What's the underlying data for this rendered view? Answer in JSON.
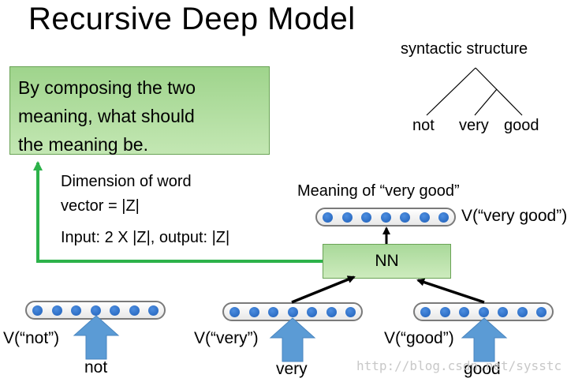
{
  "title": "Recursive Deep Model",
  "callout": {
    "lines": [
      "By composing the two",
      "meaning, what should",
      "the meaning be."
    ]
  },
  "tree": {
    "label": "syntactic structure",
    "leaves": [
      "not",
      "very",
      "good"
    ]
  },
  "dimension_text": {
    "line1": "Dimension of word",
    "line2": "vector = |Z|"
  },
  "io_text": "Input: 2 X |Z|, output: |Z|",
  "nn_label": "NN",
  "meaning_label": "Meaning of “very good”",
  "vectors": {
    "very_good": "V(“very good”)",
    "not": "V(“not”)",
    "very": "V(“very”)",
    "good": "V(“good”)"
  },
  "words": [
    "not",
    "very",
    "good"
  ],
  "watermark": "http://blog.csdn.net/sysstc",
  "colors": {
    "callout_fill": "#b0dd9d",
    "nn_fill": "#b9e2a8",
    "green_arrow": "#2db24a",
    "blue_arrow": "#5b9bd5",
    "dot": "#2e75d1"
  }
}
